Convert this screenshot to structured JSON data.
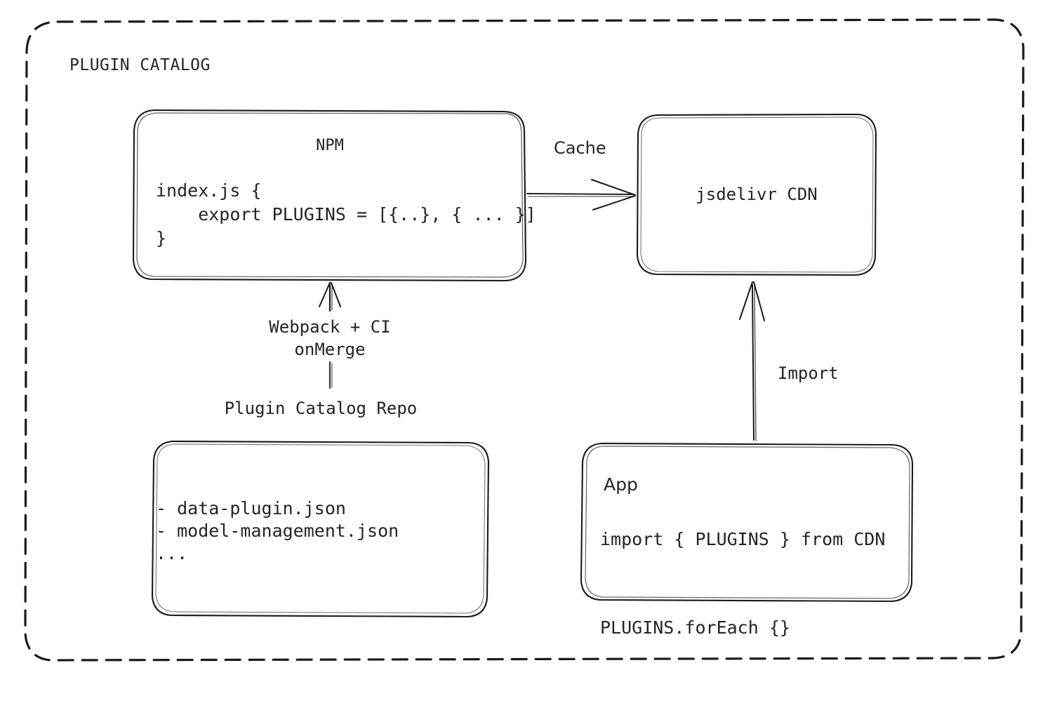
{
  "diagram": {
    "group_title": "PLUGIN CATALOG",
    "background_color": "#ffffff",
    "stroke_color": "#1b1b1b",
    "text_color": "#242424"
  },
  "nodes": {
    "npm": {
      "title": "NPM",
      "code": "index.js {\n    export PLUGINS = [{..}, { ... }]\n}"
    },
    "cdn": {
      "title": "jsdelivr CDN"
    },
    "repo": {
      "title": "Plugin Catalog Repo",
      "code": "- data-plugin.json\n- model-management.json\n..."
    },
    "app": {
      "title": "App",
      "code": "import { PLUGINS } from CDN\n\nPLUGINS.forEach {}"
    }
  },
  "edges": {
    "cache": {
      "label": "Cache",
      "from": "npm",
      "to": "cdn"
    },
    "build": {
      "label": "Webpack + CI\nonMerge",
      "from": "repo",
      "to": "npm"
    },
    "import": {
      "label": "Import",
      "from": "app",
      "to": "cdn"
    }
  }
}
